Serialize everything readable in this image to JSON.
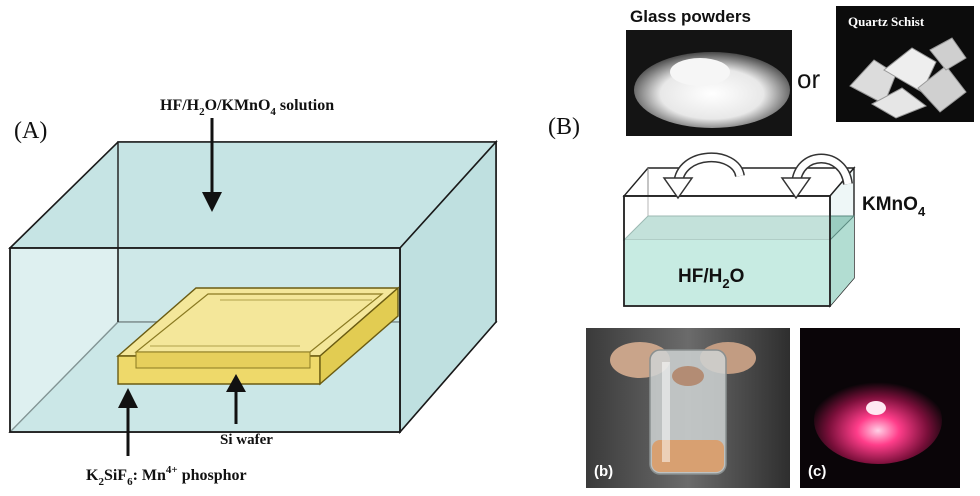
{
  "panel_a": {
    "label": "(A)",
    "solution": {
      "pre": "HF/H",
      "sub1": "2",
      "mid": "O/KMnO",
      "sub2": "4",
      "post": " solution"
    },
    "wafer": "Si wafer",
    "phosphor": {
      "pre": "K",
      "sub": "2",
      "mid": "SiF",
      "sub2": "6",
      "post": ": Mn",
      "sup": "4+",
      "tail": " phosphor"
    }
  },
  "panel_b": {
    "label": "(B)",
    "glass": "Glass powders",
    "or": "or",
    "quartz": "Quartz Schist",
    "kmno4": {
      "pre": "KMnO",
      "sub": "4"
    },
    "hf": {
      "pre": "HF/H",
      "sub": "2",
      "post": "O"
    },
    "photo_b": "(b)",
    "photo_c": "(c)"
  },
  "colors": {
    "tank_fill": "#c8e6e6",
    "liquid": "#a8d8cc",
    "phosphor": "#f2e27a",
    "glow": "#ff3d8a"
  }
}
